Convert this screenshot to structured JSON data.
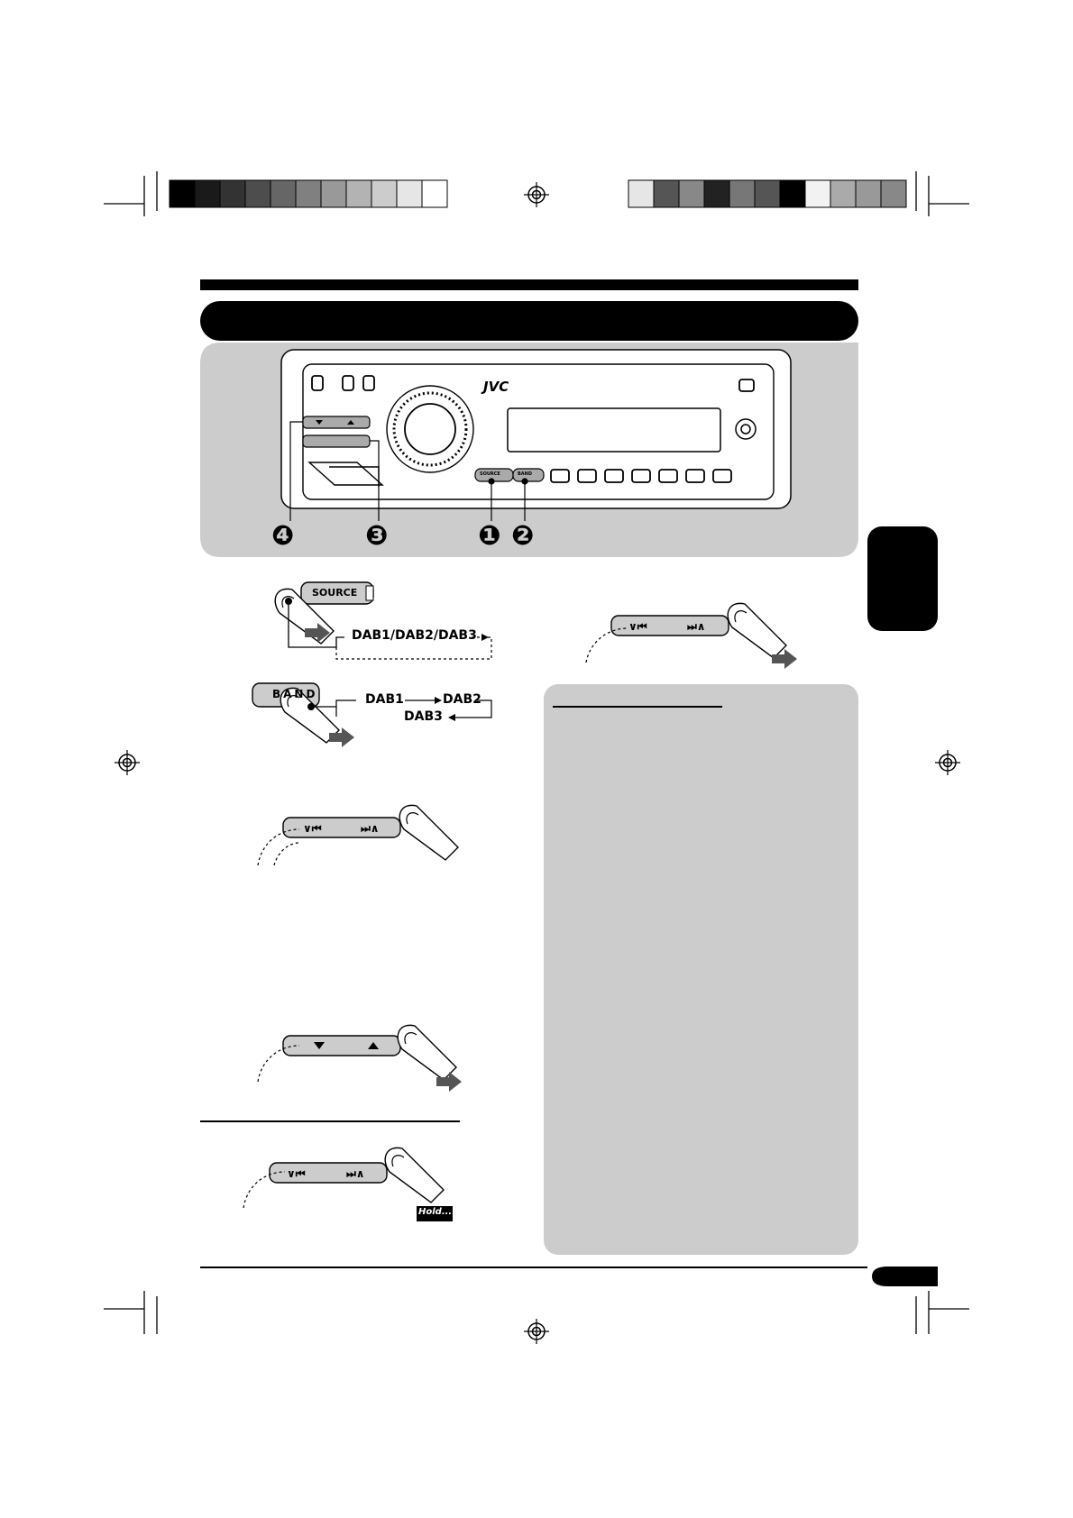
{
  "device": {
    "brand": "JVC",
    "source_button": "SOURCE",
    "band_button": "BAND"
  },
  "callouts": [
    "❹",
    "❸",
    "❶",
    "❷"
  ],
  "steps": {
    "source_button_label": "SOURCE",
    "source_sequence": "DAB1/DAB2/DAB3",
    "band_button_label": "BAND",
    "band_cycle": [
      "DAB1",
      "DAB2",
      "DAB3"
    ],
    "hold_label": "Hold...."
  },
  "colors": {
    "panel_gray": "#cccccc",
    "black": "#000000"
  },
  "icons": [
    "registration-mark-icon",
    "finger-press-icon",
    "arrow-right-icon"
  ]
}
